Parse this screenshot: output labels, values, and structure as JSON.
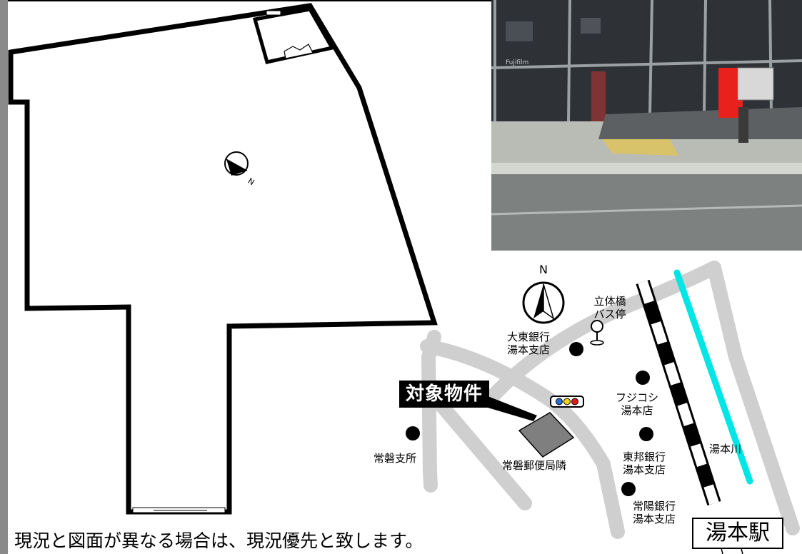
{
  "floor_plan": {
    "compass_label": "N"
  },
  "photo": {
    "signs": [
      "Fujifilm"
    ],
    "colors": {
      "mailbox": "#e8211c",
      "sidewalk": "#b9bcb4",
      "curb_yellow": "#d9c36a"
    }
  },
  "area_map": {
    "north_label": "N",
    "target_label": "対象物件",
    "station_label": "湯本駅",
    "places": {
      "bus_stop": "立体橋\nバス停",
      "daito_bank": "大東銀行\n湯本支店",
      "fujikoshi": "フジコシ\n湯本店",
      "toho_bank": "東邦銀行\n湯本支店",
      "joyo_bank": "常陽銀行\n湯本支店",
      "joban_branch": "常磐支所",
      "post_office": "常磐郵便局隣",
      "river": "湯本川"
    },
    "colors": {
      "road": "#cfcfcf",
      "river": "#00e5e5",
      "building": "#7f7f7f",
      "railway": "#000000"
    }
  },
  "disclaimer": "現況と図面が異なる場合は、現況優先と致します。"
}
